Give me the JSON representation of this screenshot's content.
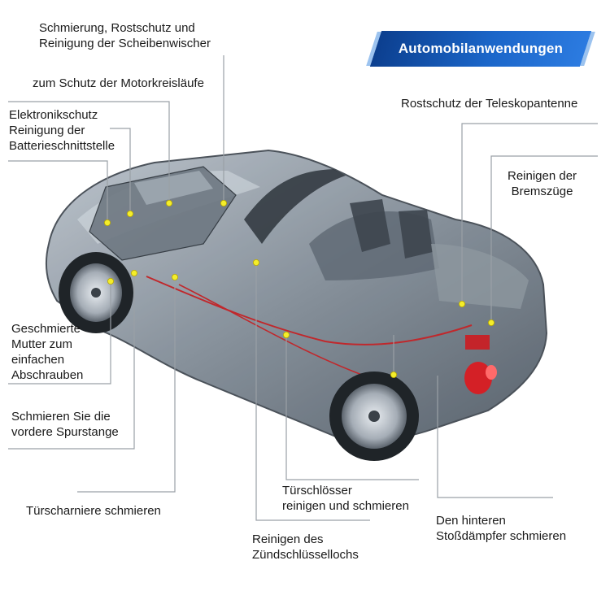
{
  "banner": {
    "title": "Automobilanwendungen"
  },
  "labels": {
    "wiper": [
      "Schmierung, Rostschutz und",
      "Reinigung der Scheibenwischer"
    ],
    "motor": [
      "zum Schutz der Motorkreisläufe"
    ],
    "electronics": [
      "Elektronikschutz",
      "Reinigung der",
      "Batterieschnittstelle"
    ],
    "antenna": [
      "Rostschutz der Teleskopantenne"
    ],
    "brake": [
      "Reinigen der",
      "Bremszüge"
    ],
    "nut": [
      "Geschmierte",
      "Mutter zum",
      "einfachen",
      "Abschrauben"
    ],
    "tierod": [
      "Schmieren Sie die",
      "vordere Spurstange"
    ],
    "hinge": [
      "Türscharniere schmieren"
    ],
    "lock": [
      "Türschlösser",
      "reinigen und schmieren"
    ],
    "ignition": [
      "Reinigen des",
      "Zündschlüssellochs"
    ],
    "damper": [
      "Den hinteren",
      "Stoßdämpfer schmieren"
    ]
  },
  "colors": {
    "banner_dark": "#0c3f8f",
    "banner_light": "#2c7be0",
    "marker": "#f4ee2a",
    "leader": "#9aa0a6"
  }
}
